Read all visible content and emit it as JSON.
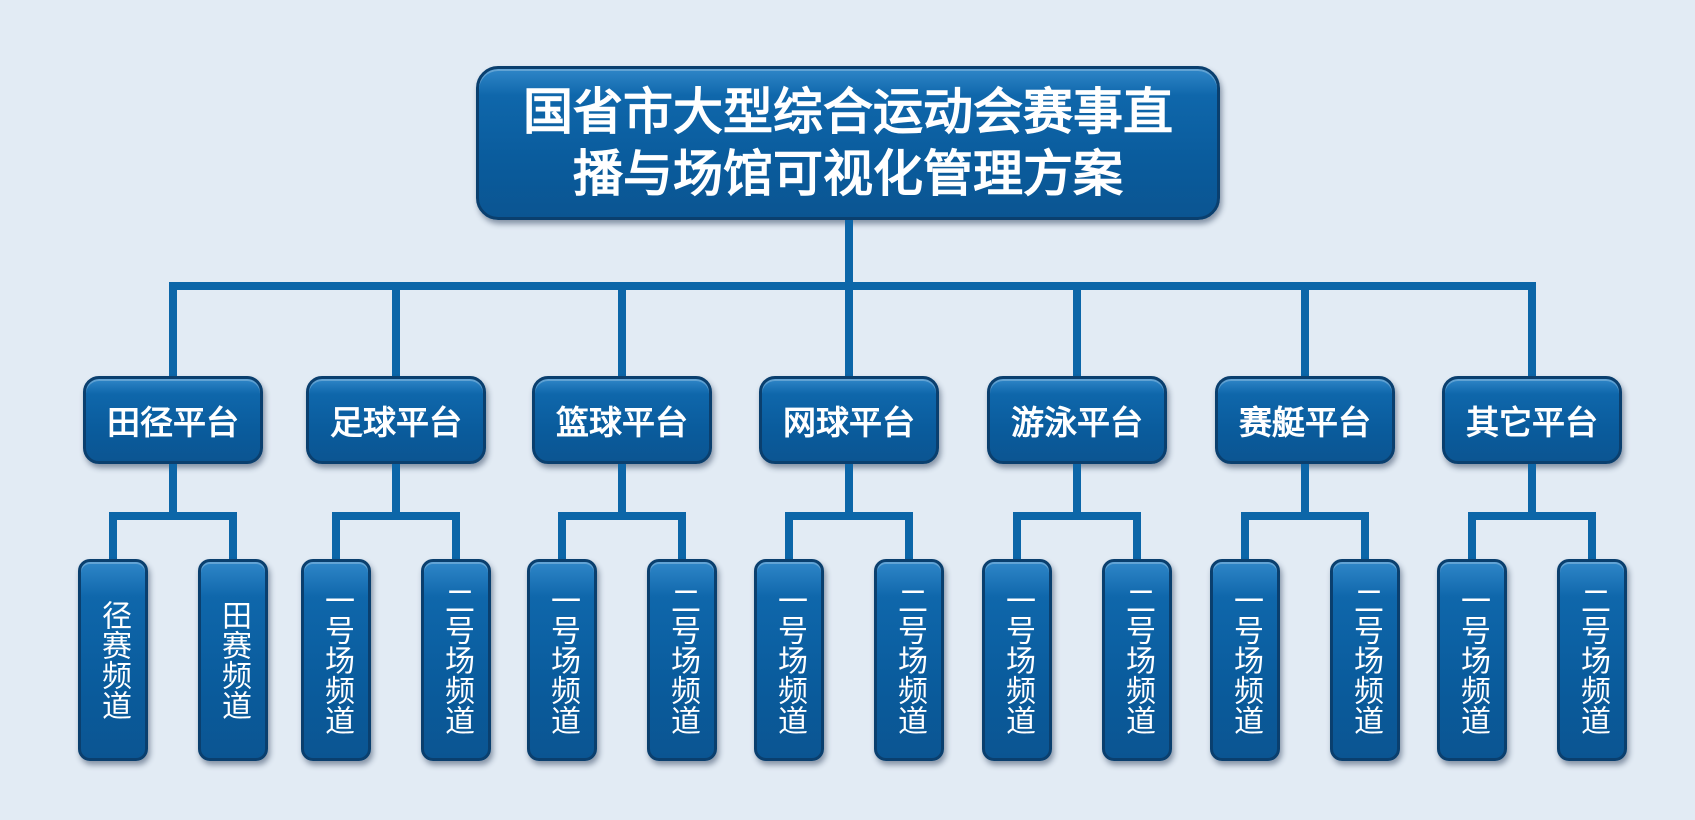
{
  "title": {
    "line1": "国省市大型综合运动会赛事直",
    "line2": "播与场馆可视化管理方案"
  },
  "platforms": [
    {
      "label": "田径平台",
      "channels": [
        "径赛频道",
        "田赛频道"
      ]
    },
    {
      "label": "足球平台",
      "channels": [
        "一号场频道",
        "二号场频道"
      ]
    },
    {
      "label": "篮球平台",
      "channels": [
        "一号场频道",
        "二号场频道"
      ]
    },
    {
      "label": "网球平台",
      "channels": [
        "一号场频道",
        "二号场频道"
      ]
    },
    {
      "label": "游泳平台",
      "channels": [
        "一号场频道",
        "二号场频道"
      ]
    },
    {
      "label": "赛艇平台",
      "channels": [
        "一号场频道",
        "二号场频道"
      ]
    },
    {
      "label": "其它平台",
      "channels": [
        "一号场频道",
        "二号场频道"
      ]
    }
  ],
  "colors": {
    "background": "#e2ebf4",
    "box_fill": "#0a5c9d",
    "connector": "#0c66a8",
    "text": "#ffffff"
  }
}
